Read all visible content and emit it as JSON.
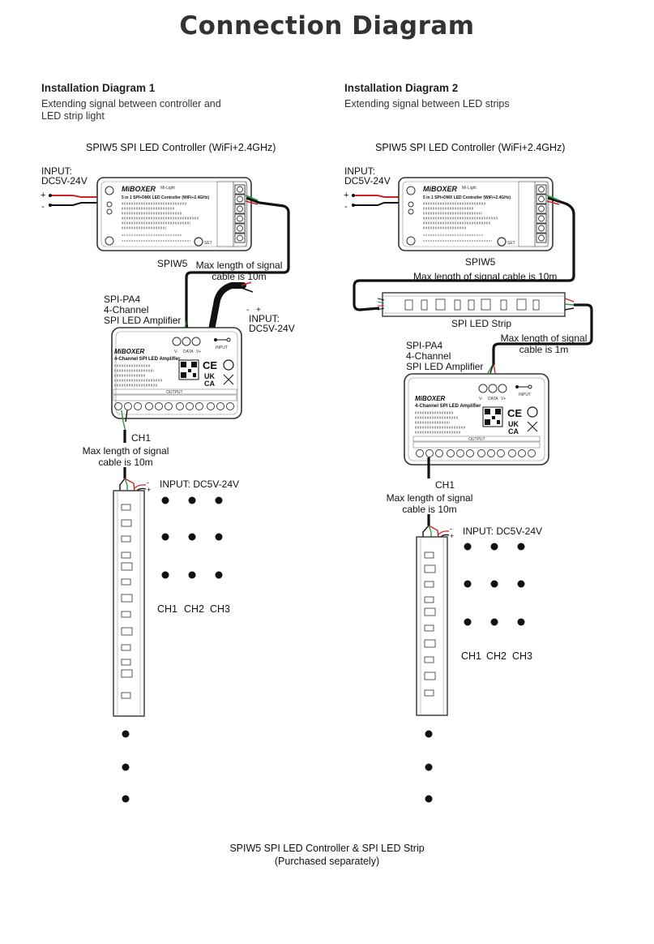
{
  "title": "Connection Diagram",
  "diagram1": {
    "heading": "Installation Diagram 1",
    "subtitle_line1": "Extending signal between controller and",
    "subtitle_line2": "LED strip light",
    "controller_caption": "SPIW5 SPI LED Controller (WiFi+2.4GHz)",
    "input_line1": "INPUT:",
    "input_line2": "DC5V-24V",
    "controller_name": "SPIW5",
    "signal_note_line1": "Max length of signal",
    "signal_note_line2": "cable is 10m",
    "amp_line1": "SPI-PA4",
    "amp_line2": "4-Channel",
    "amp_line3": "SPI LED Amplifier",
    "amp_input_line1": "INPUT:",
    "amp_input_line2": "DC5V-24V",
    "ch_label": "CH1",
    "strip_note_line1": "Max length of signal",
    "strip_note_line2": "cable is 10m",
    "strip_input": "INPUT: DC5V-24V",
    "channels": [
      "CH1",
      "CH2",
      "CH3"
    ]
  },
  "diagram2": {
    "heading": "Installation Diagram 2",
    "subtitle": "Extending signal between LED strips",
    "controller_caption": "SPIW5 SPI LED Controller (WiFi+2.4GHz)",
    "input_line1": "INPUT:",
    "input_line2": "DC5V-24V",
    "controller_name": "SPIW5",
    "signal_note": "Max length of signal cable is 10m",
    "strip_name": "SPI LED Strip",
    "strip_note_line1": "Max length of signal",
    "strip_note_line2": "cable is 1m",
    "amp_line1": "SPI-PA4",
    "amp_line2": "4-Channel",
    "amp_line3": "SPI LED Amplifier",
    "ch_label": "CH1",
    "ch_note_line1": "Max length of signal",
    "ch_note_line2": "cable is 10m",
    "strip_input": "INPUT: DC5V-24V",
    "channels": [
      "CH1",
      "CH2",
      "CH3"
    ]
  },
  "footer_line1": "SPIW5 SPI LED Controller & SPI LED Strip",
  "footer_line2": "(Purchased separately)",
  "device_text": {
    "brand": "MiBOXER",
    "brand_sub": "Mi-Light",
    "ctrl_model_line": "5 in 1 SPI+DMX LED Controller (WiFi+2.4GHz)",
    "amp_model_line": "4-Channel SPI LED Amplifier",
    "set_label": "SET",
    "output_label": "OUTPUT",
    "amp_v": "V-",
    "amp_data": "DATA",
    "amp_vplus": "V+",
    "amp_input": "INPUT",
    "ce": "CE",
    "ukca_line1": "UK",
    "ukca_line2": "CA",
    "plus": "+",
    "minus": "-"
  },
  "colors": {
    "wire_red": "#d42020",
    "wire_green": "#2a9a3a",
    "cable": "#111111",
    "device_stroke": "#333333"
  }
}
